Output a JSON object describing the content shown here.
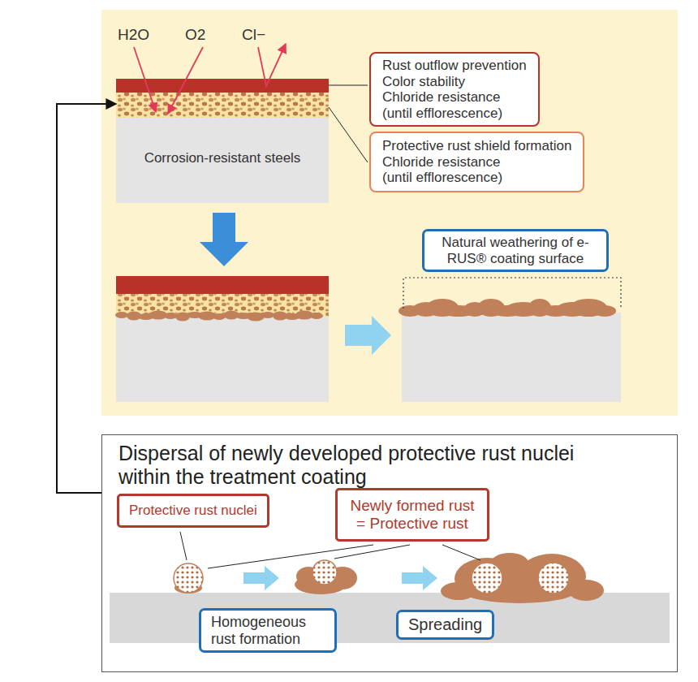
{
  "diagram": {
    "nodes": [
      {
        "text": [
          "Corrosion-resistant steels"
        ]
      },
      {
        "text": [
          "Rust outflow prevention",
          "Color stability",
          "Chloride resistance (until efflorescence)"
        ]
      },
      {
        "text": [
          "Protective rust shield formation",
          "Chloride resistance (until efflorescence)"
        ]
      },
      {
        "text": [
          "Natural weathering of e-RUS® coating surface"
        ]
      },
      {
        "text": [
          "Dispersal of newly developed protective rust nuclei within the treatment coating"
        ]
      },
      {
        "text": [
          "Protective rust nuclei"
        ],
        "in": 4
      },
      {
        "text": [
          "Newly formed rust = Protective rust"
        ],
        "in": 4
      },
      {
        "text": [
          "Homogeneous rust formation"
        ],
        "in": 4
      },
      {
        "text": [
          "Spreading"
        ],
        "in": 4
      }
    ],
    "edges": [
      {
        "from": 4,
        "to": 0,
        "arrow": "to"
      }
    ],
    "labels": [
      "H2O",
      "O2",
      "Cl−"
    ]
  }
}
